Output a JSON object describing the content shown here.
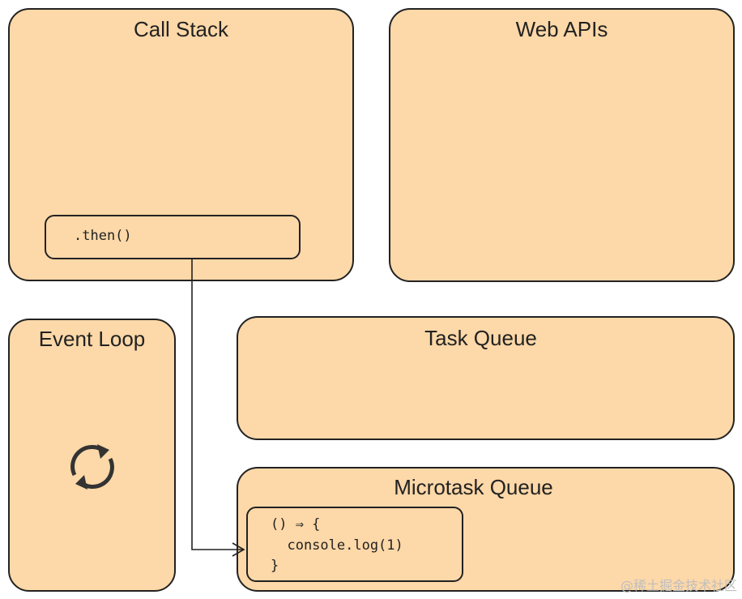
{
  "panels": {
    "call_stack": {
      "title": "Call Stack",
      "item": ".then()"
    },
    "web_apis": {
      "title": "Web APIs"
    },
    "event_loop": {
      "title": "Event Loop"
    },
    "task_queue": {
      "title": "Task Queue"
    },
    "microtask_queue": {
      "title": "Microtask Queue",
      "item_lines": [
        "() ⇒ {",
        "  console.log(1)",
        "}"
      ]
    }
  },
  "icons": {
    "event_loop_icon": "refresh-icon",
    "arrow": "arrow-right-icon"
  },
  "colors": {
    "panel_fill": "#fdd8a8",
    "stroke": "#222222"
  },
  "watermark": "@稀土掘金技术社区"
}
